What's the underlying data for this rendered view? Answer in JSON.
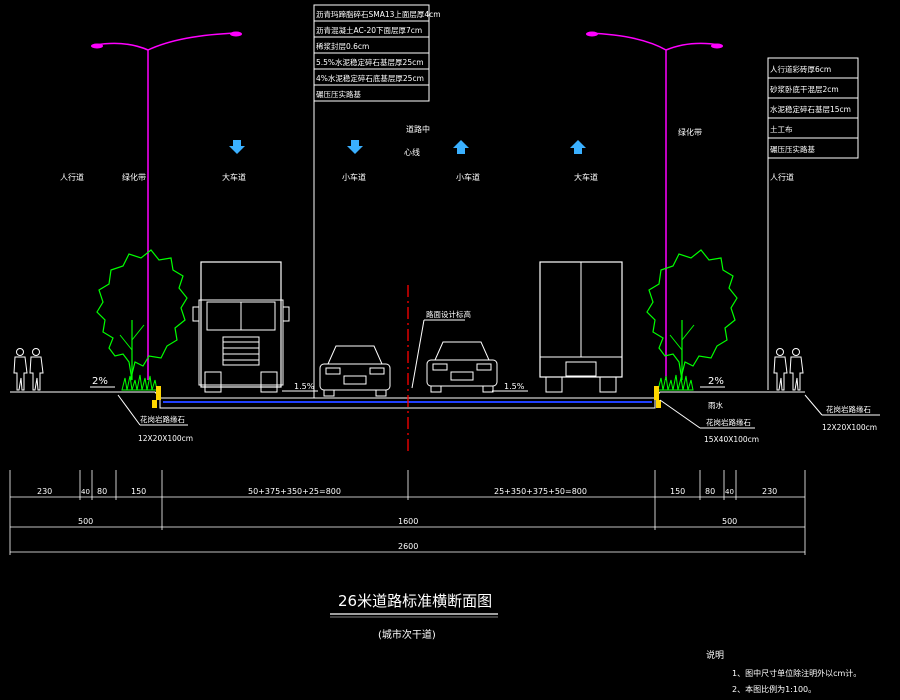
{
  "pavement_layers": [
    "沥青玛蹄脂碎石SMA13上面层厚4cm",
    "沥青混凝土AC-20下面层厚7cm",
    "稀浆封层0.6cm",
    "5.5%水泥稳定碎石基层厚25cm",
    "4%水泥稳定碎石底基层厚25cm",
    "碾压压实路基"
  ],
  "sidewalk_layers": [
    "人行道彩砖厚6cm",
    "砂浆卧底干混层2cm",
    "水泥稳定碎石基层15cm",
    "土工布",
    "碾压压实路基"
  ],
  "labels": {
    "left_sidewalk": "人行道",
    "left_green": "绿化带",
    "lane_big_left": "大车道",
    "lane_small_left": "小车道",
    "center_line_1": "道路中",
    "center_line_2": "心线",
    "lane_small_right": "小车道",
    "lane_big_right": "大车道",
    "right_green": "绿化带",
    "right_sidewalk": "人行道",
    "design_elevation": "路面设计标高",
    "slope_left_walk": "2%",
    "slope_left_road": "1.5%",
    "slope_right_road": "1.5%",
    "slope_right_walk": "2%",
    "left_curb_1": "花岗岩路缘石",
    "left_curb_1_size": "12X20X100cm",
    "right_curb_1": "花岗岩路缘石",
    "right_curb_1_size": "15X40X100cm",
    "right_gutter": "雨水",
    "right_curb_2": "花岗岩路缘石",
    "right_curb_2_size": "12X20X100cm"
  },
  "dimensions": {
    "row1": [
      "230",
      "40",
      "80",
      "150",
      "50+375+350+25=800",
      "25+350+375+50=800",
      "150",
      "80",
      "40",
      "230"
    ],
    "row2": [
      "500",
      "1600",
      "500"
    ],
    "row3": [
      "2600"
    ]
  },
  "title": {
    "main": "26米道路标准横断面图",
    "sub": "(城市次干道)"
  },
  "notes": {
    "heading": "说明",
    "items": [
      "1、图中尺寸单位除注明外以cm计。",
      "2、本图比例为1:100。"
    ]
  },
  "colors": {
    "background": "#000000",
    "lamp_pole": "#ff00ff",
    "tree": "#00ff00",
    "center_line": "#ff0000",
    "arrow": "#3ab0ff",
    "pavement": "#2040ff",
    "curb": "#ffd700",
    "lines": "#ffffff"
  }
}
